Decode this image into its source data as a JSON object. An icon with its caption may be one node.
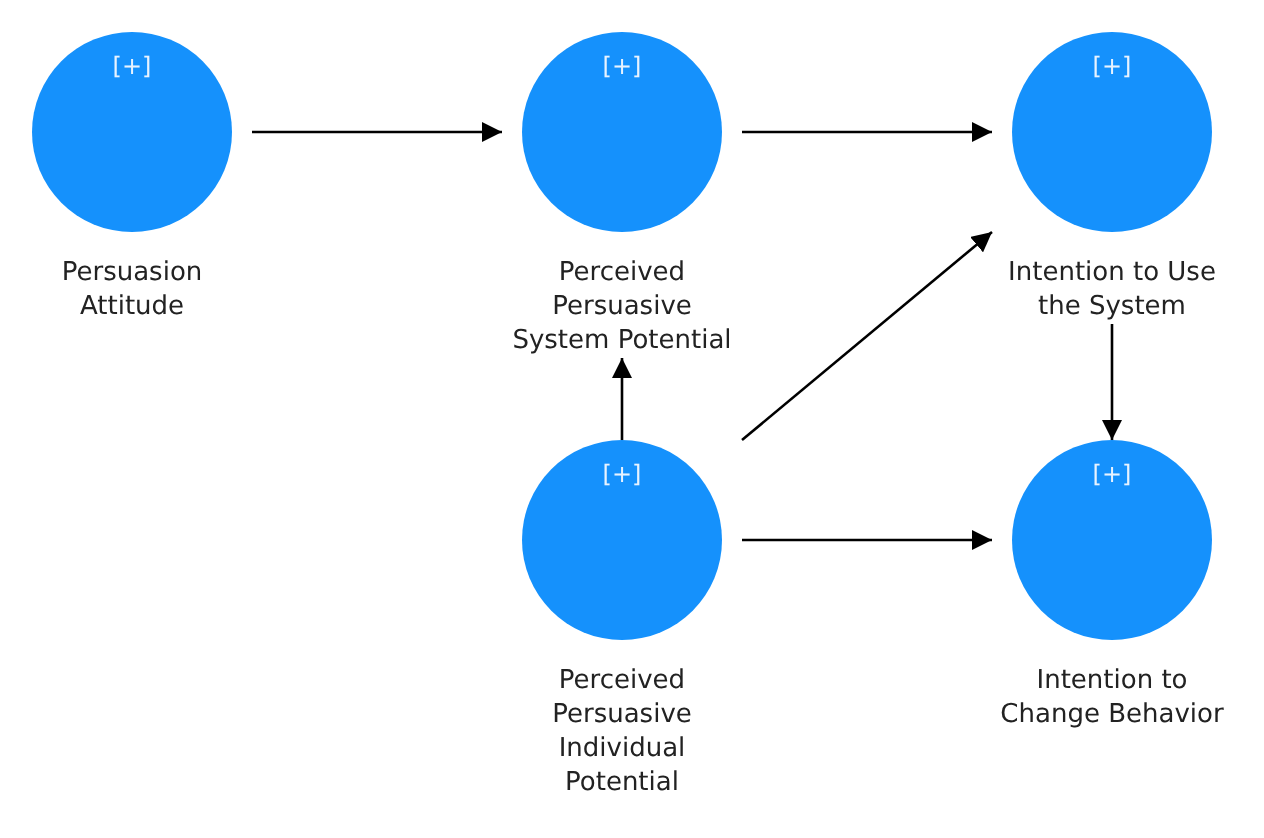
{
  "diagram": {
    "nodes": [
      {
        "text": [
          "[+]",
          "Persuasion Attitude"
        ]
      },
      {
        "text": [
          "[+]",
          "Perceived Persuasive System Potential"
        ]
      },
      {
        "text": [
          "[+]",
          "Intention to Use the System"
        ]
      },
      {
        "text": [
          "[+]",
          "Perceived Persuasive Individual Potential"
        ]
      },
      {
        "text": [
          "[+]",
          "Intention to Change Behavior"
        ]
      }
    ],
    "edges": [
      {
        "from": 0,
        "to": 1,
        "arrow": "to"
      },
      {
        "from": 1,
        "to": 2,
        "arrow": "to"
      },
      {
        "from": 3,
        "to": 1,
        "arrow": "to"
      },
      {
        "from": 3,
        "to": 2,
        "arrow": "to"
      },
      {
        "from": 2,
        "to": 4,
        "arrow": "to"
      },
      {
        "from": 3,
        "to": 4,
        "arrow": "to"
      }
    ]
  }
}
